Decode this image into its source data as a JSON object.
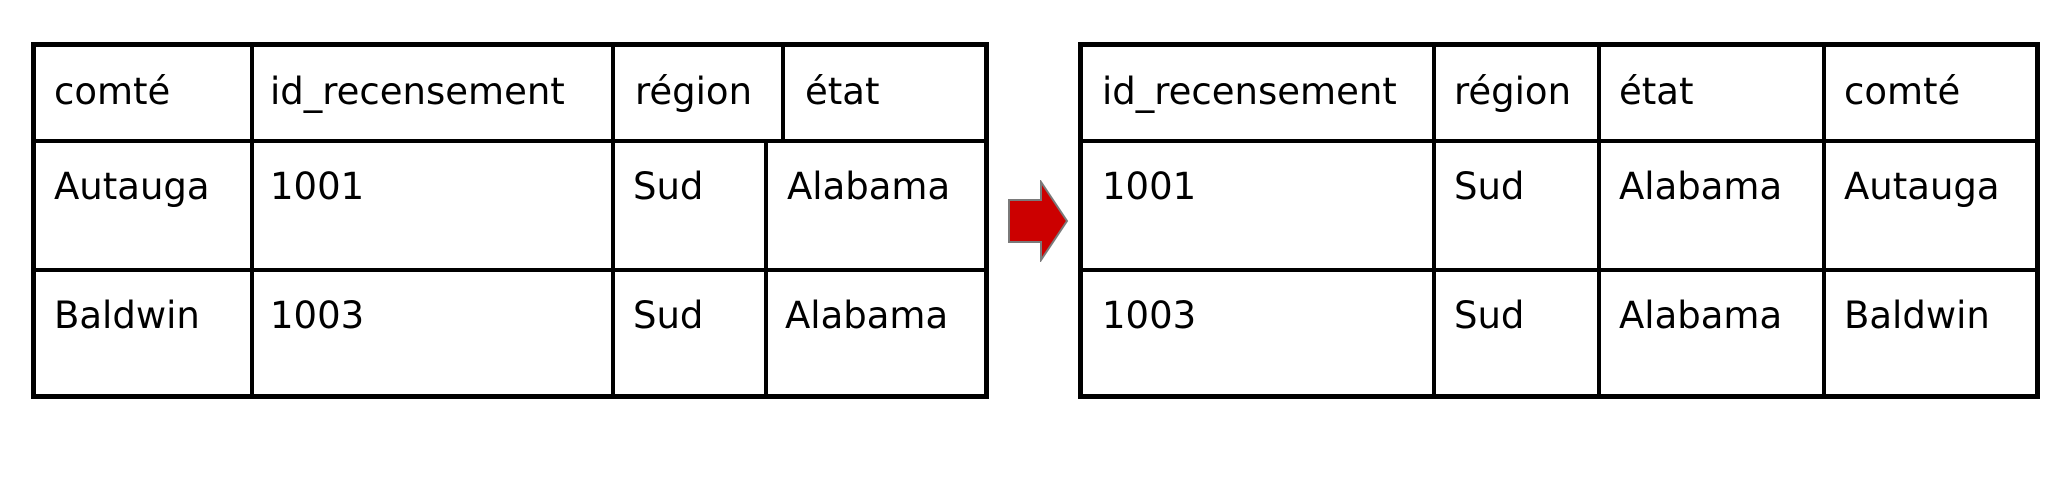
{
  "before_table": {
    "headers": [
      "comté",
      "id_recensement",
      "région",
      "état"
    ],
    "rows": [
      [
        "Autauga",
        "1001",
        "Sud",
        "Alabama"
      ],
      [
        "Baldwin",
        "1003",
        "Sud",
        "Alabama"
      ]
    ]
  },
  "after_table": {
    "headers": [
      "id_recensement",
      "région",
      "état",
      "comté"
    ],
    "rows": [
      [
        "1001",
        "Sud",
        "Alabama",
        "Autauga"
      ],
      [
        "1003",
        "Sud",
        "Alabama",
        "Baldwin"
      ]
    ]
  },
  "colors": {
    "border": "#000000",
    "arrow_fill": "#cc0000",
    "arrow_stroke": "#7a7a7a"
  },
  "icons": {
    "transform_arrow": "right-arrow-icon"
  }
}
